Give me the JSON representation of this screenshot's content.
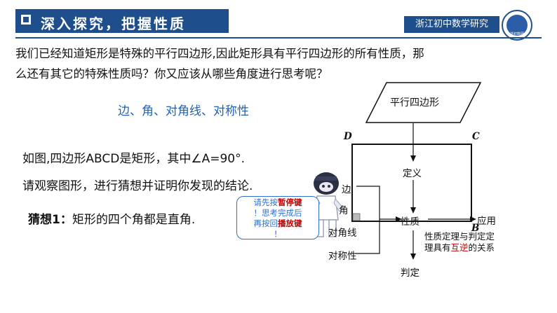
{
  "header": {
    "title": "深入探究，把握性质",
    "brand": "浙江初中数学研究",
    "logo_text": "浙初数研"
  },
  "intro": {
    "line1": "我们已经知道矩形是特殊的平行四边形,因此矩形具有平行四边形的所有性质，那",
    "line2": "么还有其它的特殊性质吗？你又应该从哪些角度进行思考呢？"
  },
  "aspects": "边、角、对角线、对称性",
  "given": "如图,四边形ABCD是矩形，其中∠A=90°.",
  "observe": "请观察图形，进行猜想并证明你发现的结论.",
  "guess": {
    "label": "猜想1：",
    "text": "矩形的四个角都是直角."
  },
  "bubble": {
    "line1_a": "请先按",
    "line1_b": "暂停键",
    "line2": "！思考完成后",
    "line3_a": "再按回",
    "line3_b": "播放键",
    "line4": "！"
  },
  "diagram": {
    "vertex_d": "D",
    "vertex_c": "C",
    "vertex_b": "B",
    "parallelogram": "平行四边形",
    "definition": "定义",
    "property": "性质",
    "application": "应用",
    "judgment": "判定",
    "side": "边",
    "angle": "角",
    "diagonal": "对角线",
    "symmetry": "对称性",
    "relation_a": "性质定理与判定定",
    "relation_b": "理具有",
    "relation_c": "互逆",
    "relation_d": "的关系"
  },
  "colors": {
    "brand_blue": "#1f4e8c",
    "aspect_blue": "#1f62b5",
    "highlight_red": "#c00000"
  }
}
